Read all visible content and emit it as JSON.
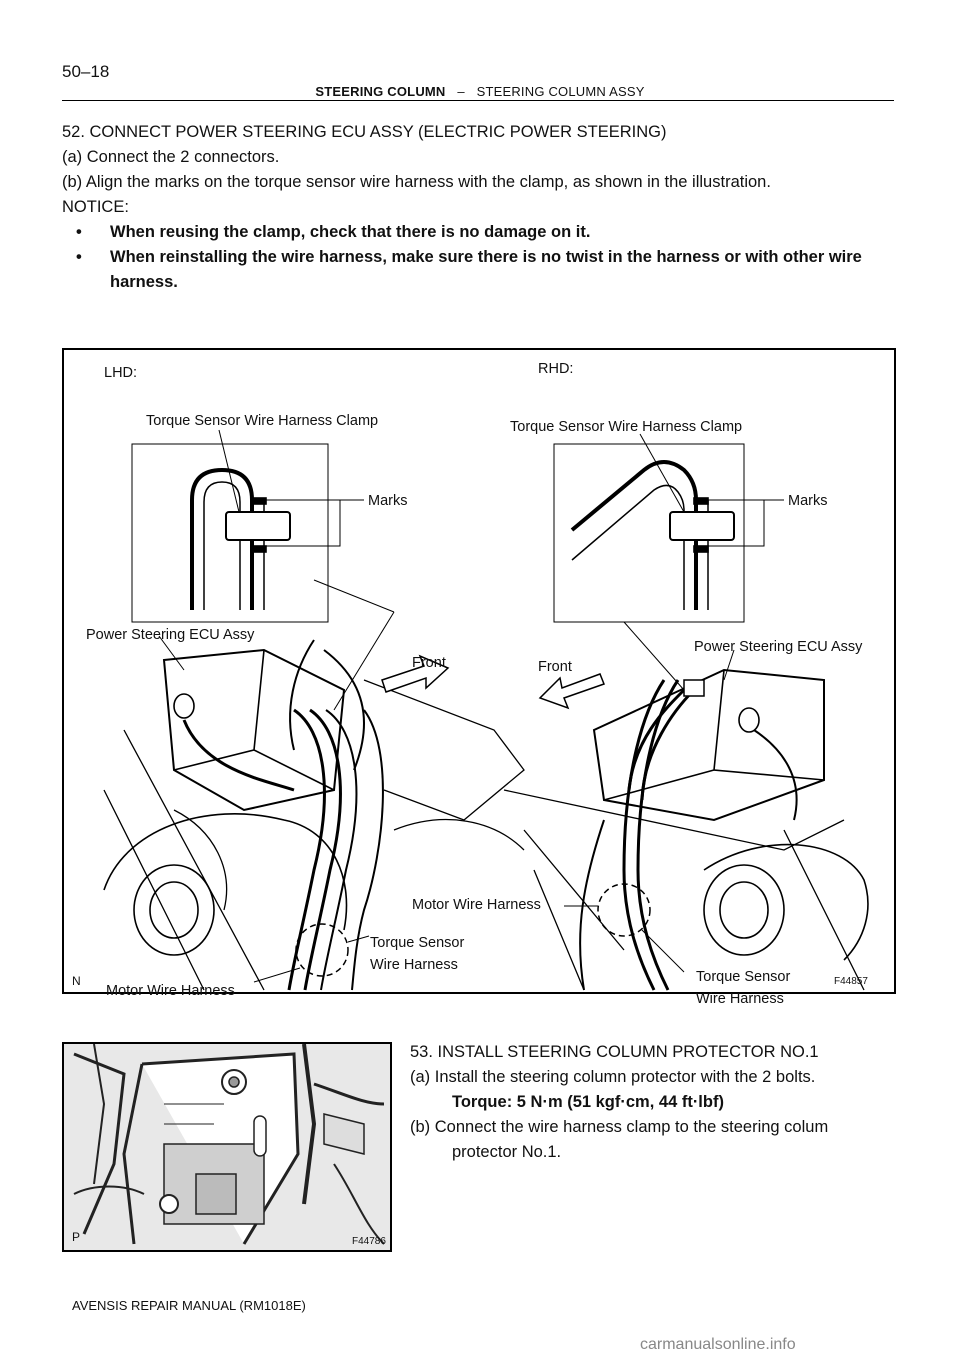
{
  "header": {
    "page_number": "50–18",
    "section": "STEERING COLUMN",
    "separator": "–",
    "subsection": "STEERING COLUMN ASSY"
  },
  "step52": {
    "title": "52.   CONNECT POWER STEERING ECU ASSY (ELECTRIC POWER STEERING)",
    "a": "(a)    Connect the 2 connectors.",
    "b": "(b)    Align the marks on the torque sensor wire harness with the clamp, as shown in the illustration.",
    "notice": "NOTICE:",
    "bullet1": "When reusing the clamp, check that there is no damage on it.",
    "bullet2_line1": "When reinstalling the wire harness, make sure there is no twist in the harness or with other wire",
    "bullet2_line2": "harness."
  },
  "figure1": {
    "lhd": "LHD:",
    "rhd": "RHD:",
    "clamp_left": "Torque Sensor Wire Harness Clamp",
    "clamp_right": "Torque Sensor Wire Harness Clamp",
    "marks_left": "Marks",
    "marks_right": "Marks",
    "ecu_left": "Power Steering ECU Assy",
    "ecu_right": "Power Steering ECU Assy",
    "front_left": "Front",
    "front_right": "Front",
    "motor_right": "Motor Wire Harness",
    "torque_left_1": "Torque Sensor",
    "torque_left_2": "Wire Harness",
    "motor_left": "Motor Wire Harness",
    "torque_right_1": "Torque Sensor",
    "torque_right_2": "Wire Harness",
    "corner_n": "N",
    "fig_code": "F44857"
  },
  "step53": {
    "title": "53.   INSTALL STEERING COLUMN PROTECTOR NO.1",
    "a": "(a)    Install the steering column protector with the 2 bolts.",
    "torque": "Torque: 5 N·m (51 kgf·cm, 44 ft·lbf)",
    "b_line1": "(b)    Connect the wire harness clamp to the steering colum",
    "b_line2": "protector No.1."
  },
  "figure2": {
    "corner_p": "P",
    "fig_code": "F44786"
  },
  "footer": "AVENSIS REPAIR MANUAL   (RM1018E)",
  "watermark": "carmanualsonline.info"
}
